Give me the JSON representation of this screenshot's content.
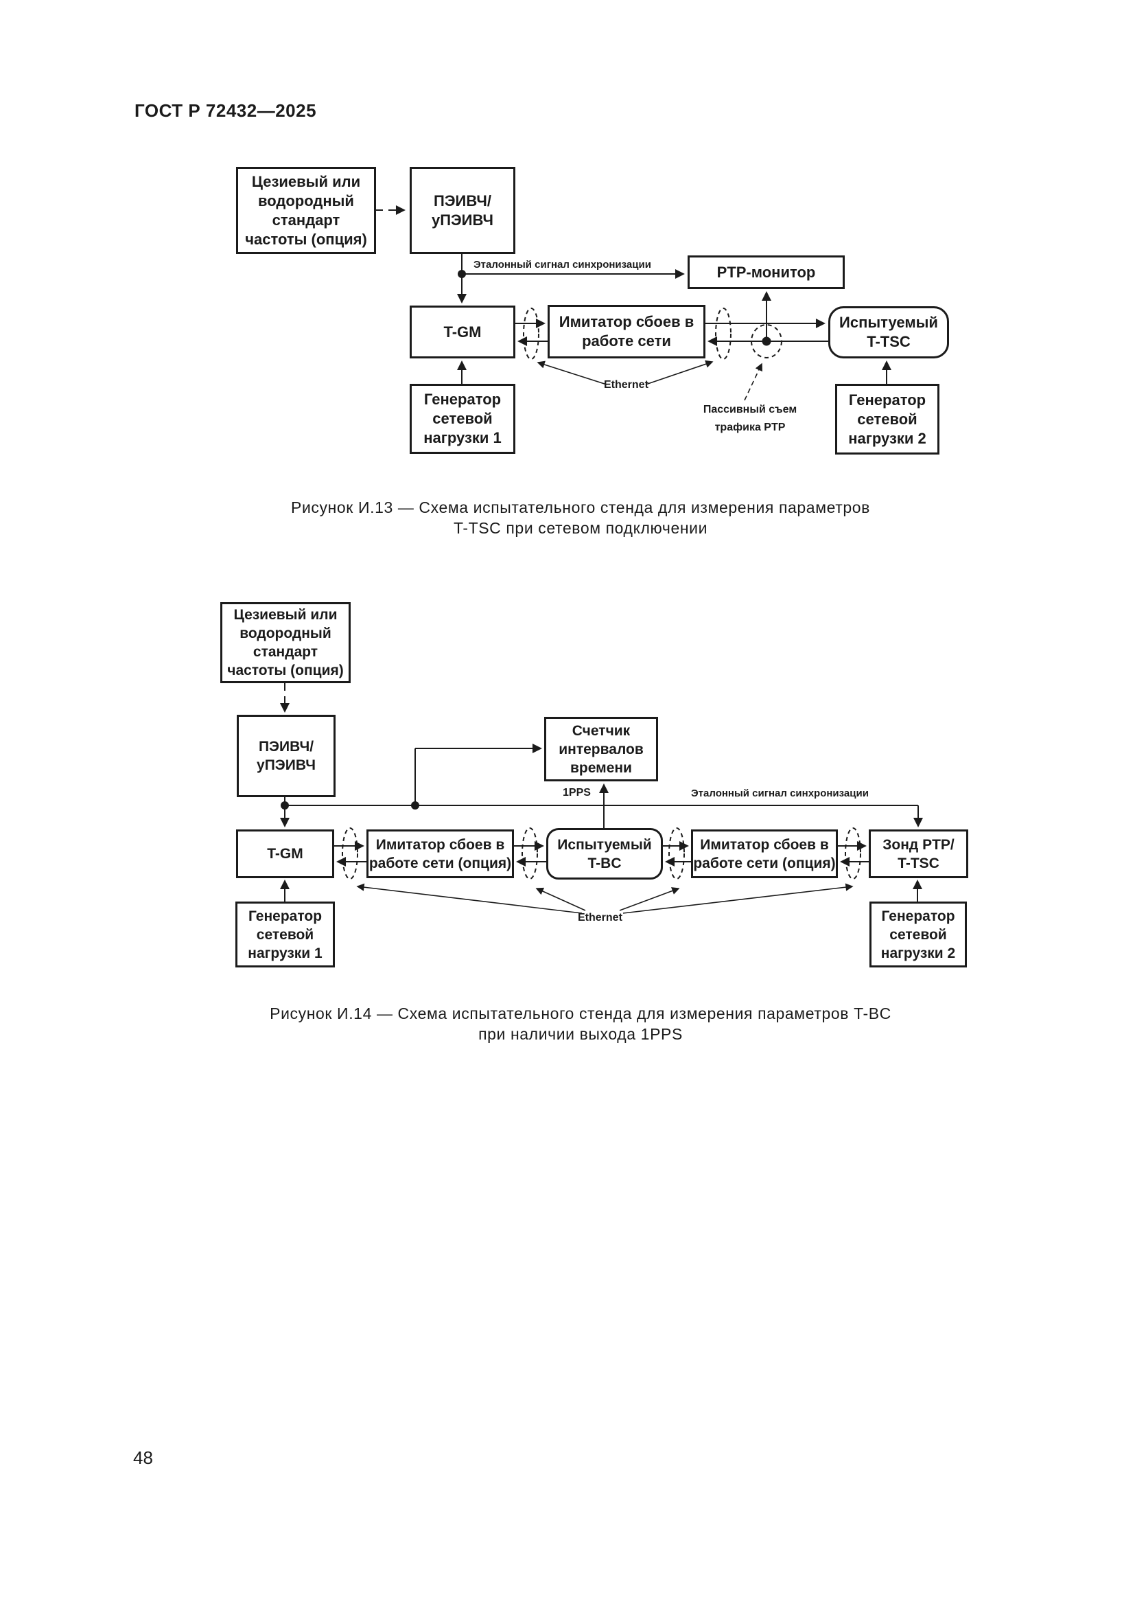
{
  "page": {
    "header": "ГОСТ Р 72432—2025",
    "page_number": "48"
  },
  "figure13": {
    "boxes": {
      "cesium": {
        "lines": [
          "Цезиевый или",
          "водородный",
          "стандарт",
          "частоты (опция)"
        ]
      },
      "peivch": {
        "lines": [
          "ПЭИВЧ/",
          "уПЭИВЧ"
        ]
      },
      "ptp_monitor": {
        "label": "PTP-монитор"
      },
      "t_gm": {
        "label": "T-GM"
      },
      "imitator": {
        "lines": [
          "Имитатор сбоев в",
          "работе сети"
        ]
      },
      "dut": {
        "lines": [
          "Испытуемый",
          "T-TSC"
        ]
      },
      "load_gen_1": {
        "lines": [
          "Генератор",
          "сетевой",
          "нагрузки 1"
        ]
      },
      "load_gen_2": {
        "lines": [
          "Генератор",
          "сетевой",
          "нагрузки 2"
        ]
      }
    },
    "labels": {
      "reference_signal": "Эталонный сигнал синхронизации",
      "ethernet": "Ethernet",
      "passive_tap": {
        "lines": [
          "Пассивный съем",
          "трафика PTP"
        ]
      }
    },
    "caption": {
      "lines": [
        "Рисунок И.13 — Схема испытательного стенда для измерения параметров",
        "T-TSC при сетевом подключении"
      ]
    }
  },
  "figure14": {
    "boxes": {
      "cesium": {
        "lines": [
          "Цезиевый или",
          "водородный",
          "стандарт",
          "частоты (опция)"
        ]
      },
      "peivch": {
        "lines": [
          "ПЭИВЧ/",
          "уПЭИВЧ"
        ]
      },
      "interval_counter": {
        "lines": [
          "Счетчик",
          "интервалов",
          "времени"
        ]
      },
      "t_gm": {
        "label": "T-GM"
      },
      "imitator_left": {
        "lines": [
          "Имитатор сбоев в",
          "работе сети (опция)"
        ]
      },
      "dut": {
        "lines": [
          "Испытуемый",
          "T-BC"
        ]
      },
      "imitator_right": {
        "lines": [
          "Имитатор сбоев в",
          "работе сети (опция)"
        ]
      },
      "ptp_probe": {
        "lines": [
          "Зонд PTP/",
          "T-TSC"
        ]
      },
      "load_gen_1": {
        "lines": [
          "Генератор",
          "сетевой",
          "нагрузки 1"
        ]
      },
      "load_gen_2": {
        "lines": [
          "Генератор",
          "сетевой",
          "нагрузки 2"
        ]
      }
    },
    "labels": {
      "pps": "1PPS",
      "reference_signal": "Эталонный сигнал синхронизации",
      "ethernet": "Ethernet"
    },
    "caption": {
      "lines": [
        "Рисунок И.14 — Схема испытательного стенда для измерения параметров T-BC",
        "при наличии выхода 1PPS"
      ]
    }
  }
}
